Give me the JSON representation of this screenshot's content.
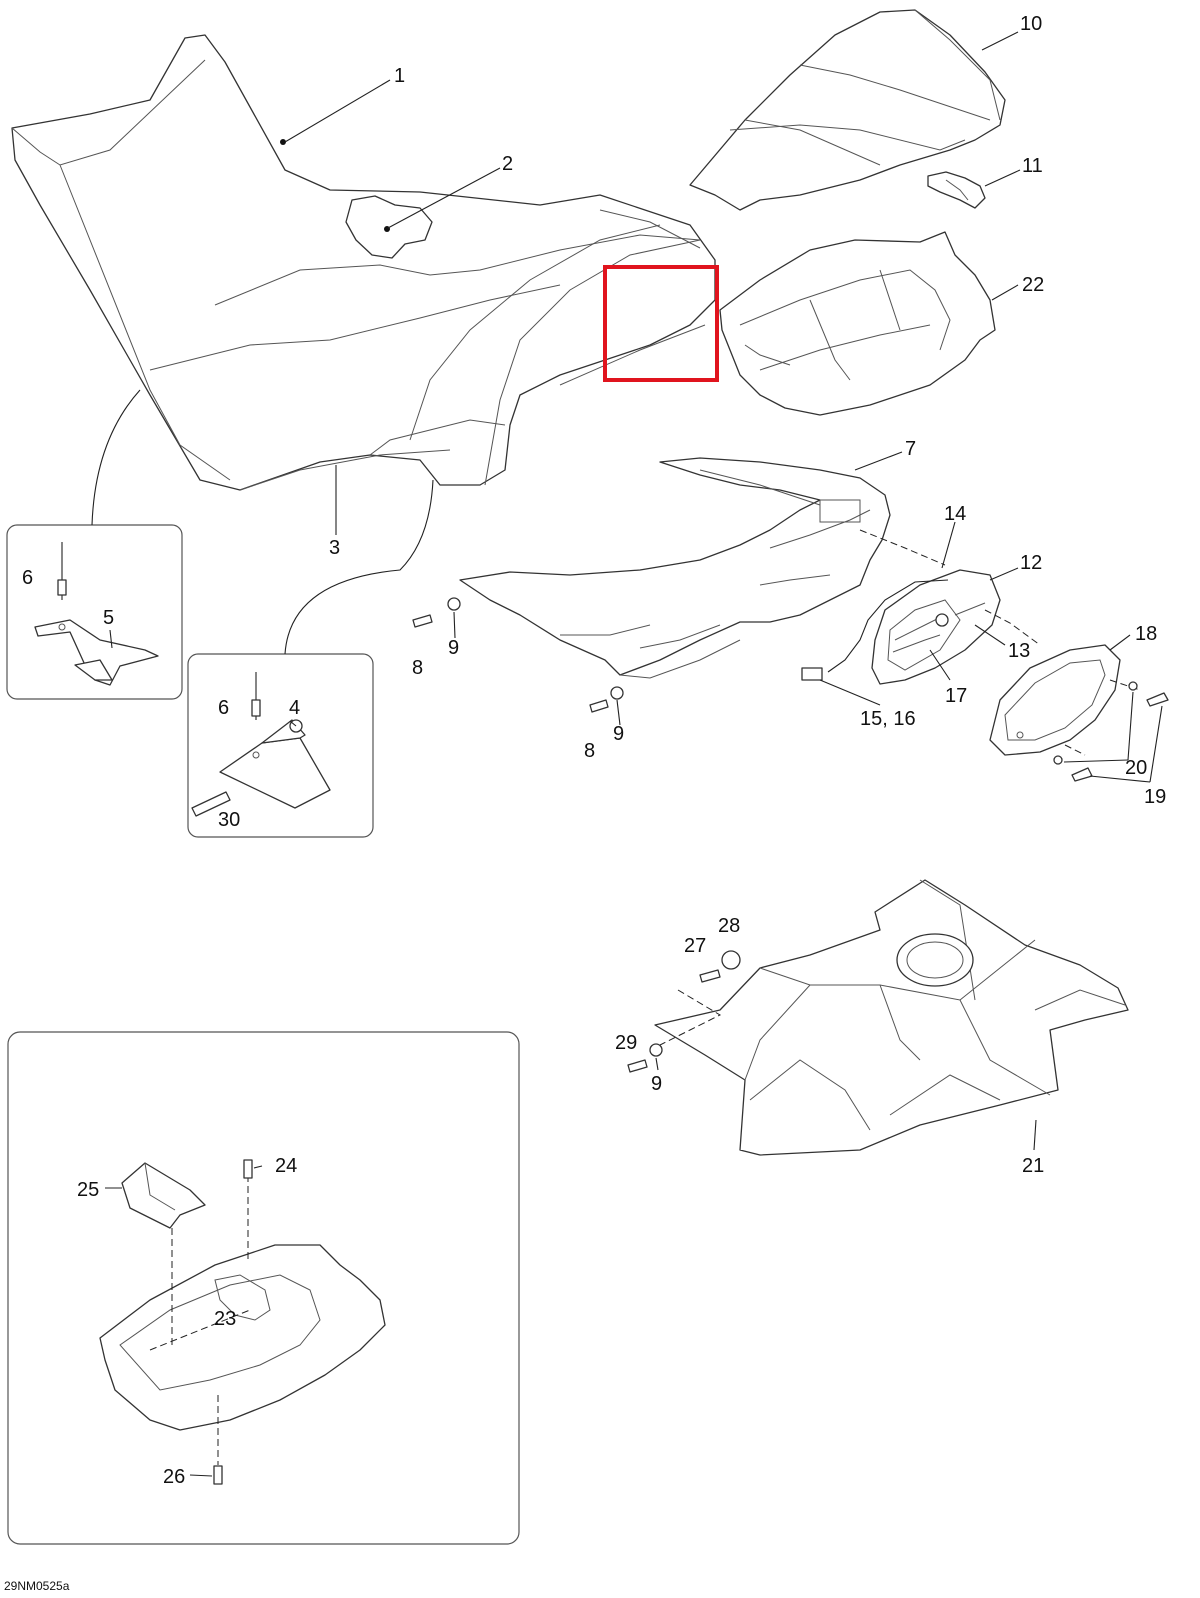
{
  "drawing_code": "29NM0525a",
  "highlight_color": "#e0141e",
  "callouts": {
    "c1": "1",
    "c2": "2",
    "c3": "3",
    "c4": "4",
    "c5": "5",
    "c6a": "6",
    "c6b": "6",
    "c7": "7",
    "c8a": "8",
    "c8b": "8",
    "c9a": "9",
    "c9b": "9",
    "c9c": "9",
    "c10": "10",
    "c11": "11",
    "c12": "12",
    "c13": "13",
    "c14": "14",
    "c15": "15, 16",
    "c17": "17",
    "c18": "18",
    "c19": "19",
    "c20": "20",
    "c21": "21",
    "c22": "22",
    "c23": "23",
    "c24": "24",
    "c25": "25",
    "c26": "26",
    "c27": "27",
    "c28": "28",
    "c29": "29",
    "c30": "30"
  }
}
